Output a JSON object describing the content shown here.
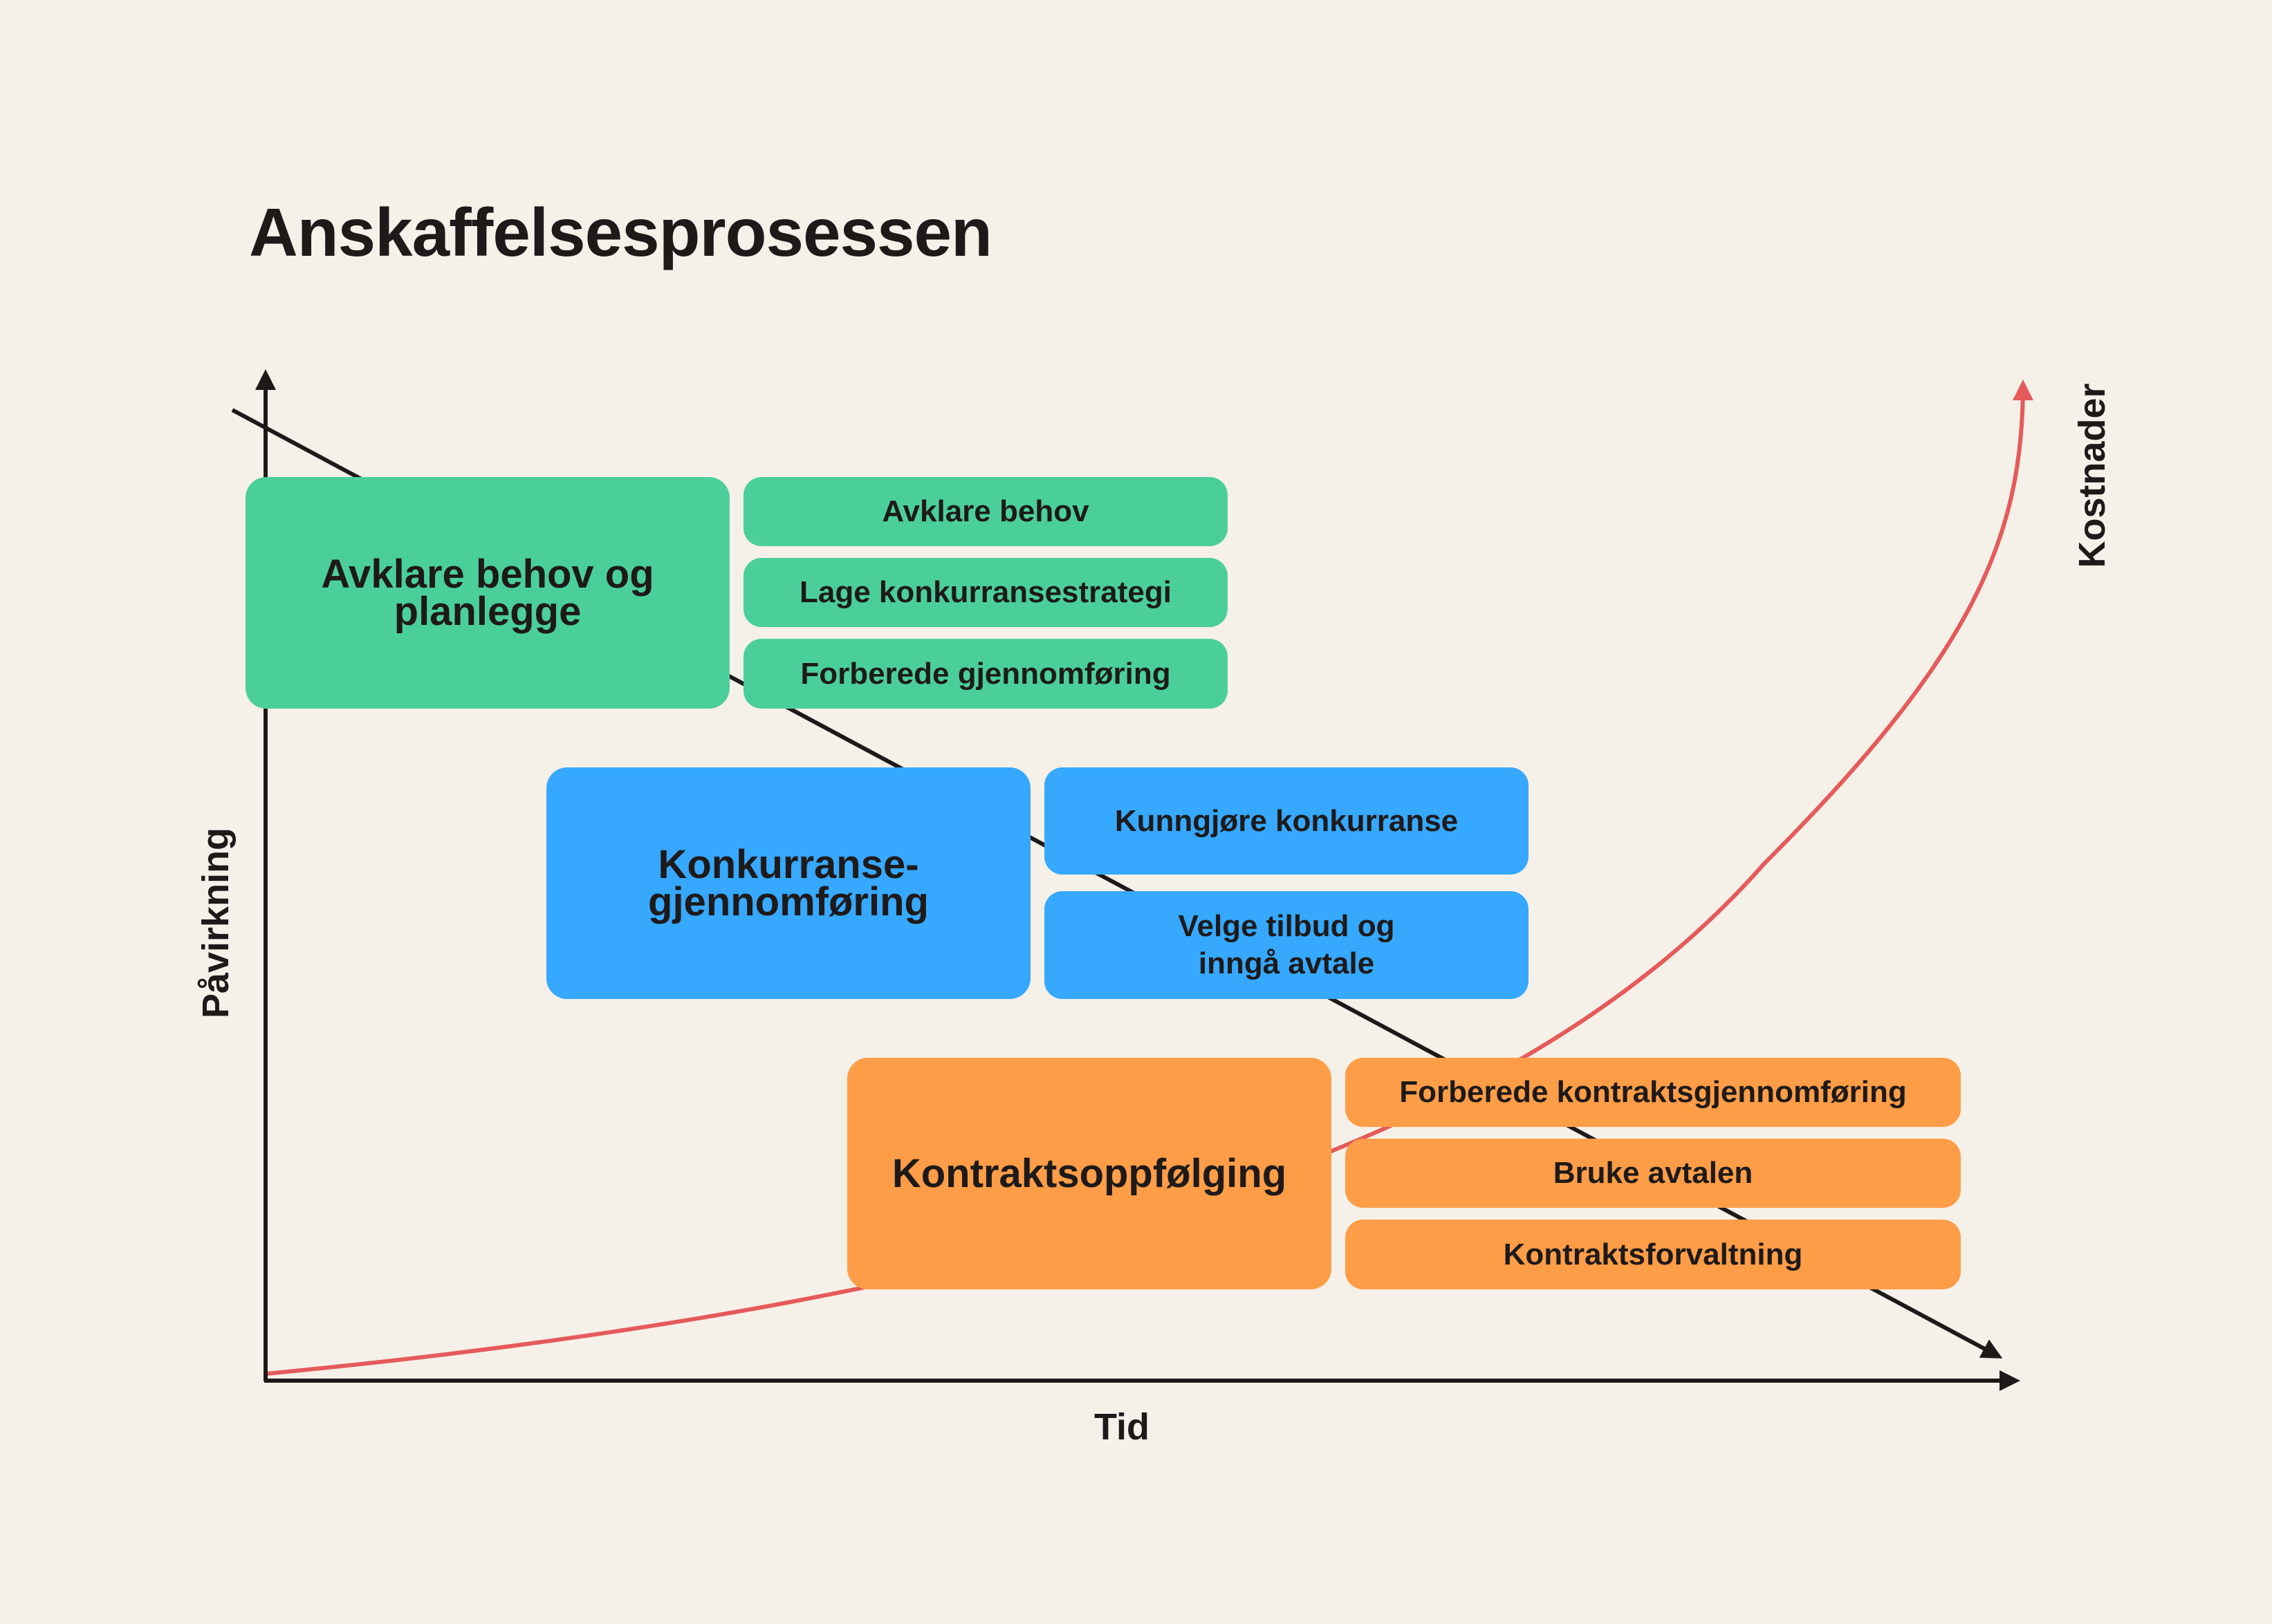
{
  "title": "Anskaffelsesprosessen",
  "axes": {
    "x_label": "Tid",
    "y_label": "Påvirkning",
    "cost_label": "Kostnader"
  },
  "phases": [
    {
      "name": "Avklare behov og planlegge",
      "color": "#4bcf9a",
      "steps": [
        "Avklare behov",
        "Lage konkurransestrategi",
        "Forberede gjennomføring"
      ]
    },
    {
      "name": "Konkurranse-\ngjennomføring",
      "color": "#36a8fd",
      "steps": [
        "Kunngjøre konkurranse",
        "Velge tilbud og inngå avtale"
      ]
    },
    {
      "name": "Kontraktsoppfølging",
      "color": "#fe9d47",
      "steps": [
        "Forberede kontraktsgjennomføring",
        "Bruke avtalen",
        "Kontraktsforvaltning"
      ]
    }
  ],
  "colors": {
    "background": "#f5f0e8",
    "cost_curve": "#e55a5a",
    "axis": "#1e1a1a"
  }
}
